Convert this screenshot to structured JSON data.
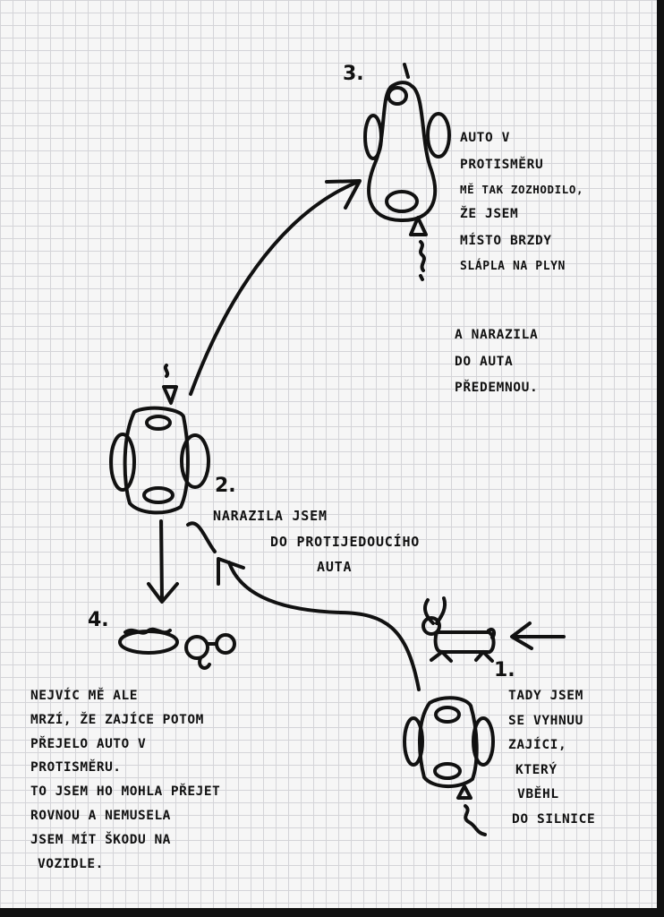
{
  "diagram": {
    "steps": [
      {
        "number": "1.",
        "lines": [
          "TADY JSEM",
          "SE VYHNUU",
          "ZAJÍCI,",
          "KTERÝ",
          "VBĚHL",
          "DO SILNICE"
        ]
      },
      {
        "number": "2.",
        "lines": [
          "NARAZILA JSEM",
          "DO PROTIJEDOUCÍHO",
          "AUTA"
        ]
      },
      {
        "number": "3.",
        "lines": [
          "AUTO V",
          "PROTISMĚRU",
          "MĚ TAK ZOZHODILO,",
          "ŽE JSEM",
          "MÍSTO BRZDY",
          "SLÁPLA NA PLYN",
          "A NARAZILA",
          "DO AUTA",
          "PŘEDEMNOU."
        ]
      },
      {
        "number": "4.",
        "lines": [
          "NEJVÍC MĚ ALE",
          "MRZÍ, ŽE ZAJÍCE POTOM",
          "PŘEJELO AUTO V",
          "PROTISMĚRU.",
          "TO JSEM HO MOHLA PŘEJET",
          "ROVNOU A NEMUSELA",
          "JSEM MÍT ŠKODU NA",
          "VOZIDLE."
        ]
      }
    ]
  }
}
